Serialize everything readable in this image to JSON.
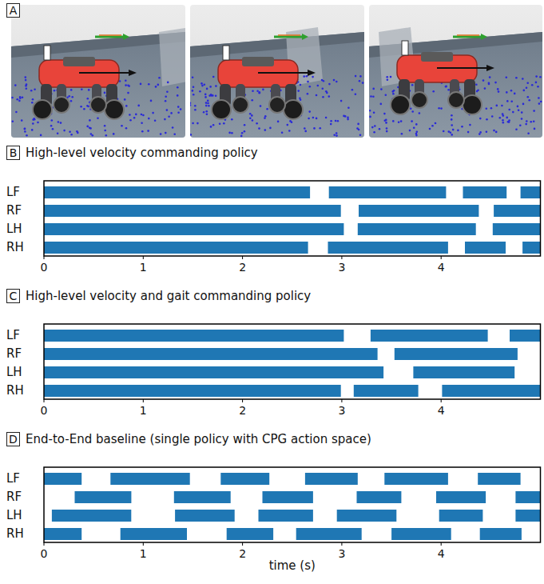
{
  "diagram": {
    "nodes": [
      {
        "text": [
          "A"
        ]
      },
      {
        "text": [
          "B"
        ]
      },
      {
        "text": [
          "C"
        ]
      },
      {
        "text": [
          "D"
        ]
      }
    ],
    "labels": [
      "High-level velocity commanding policy",
      "LF",
      "RF",
      "LH",
      "RH",
      "0",
      "1",
      "2",
      "3",
      "4",
      "High-level velocity and gait commanding policy",
      "LF",
      "RF",
      "LH",
      "RH",
      "0",
      "1",
      "2",
      "3",
      "4",
      "End-to-End baseline (single policy with CPG action space)",
      "LF",
      "RF",
      "LH",
      "RH",
      "0",
      "1",
      "2",
      "3",
      "4",
      "time (s)"
    ]
  }
}
